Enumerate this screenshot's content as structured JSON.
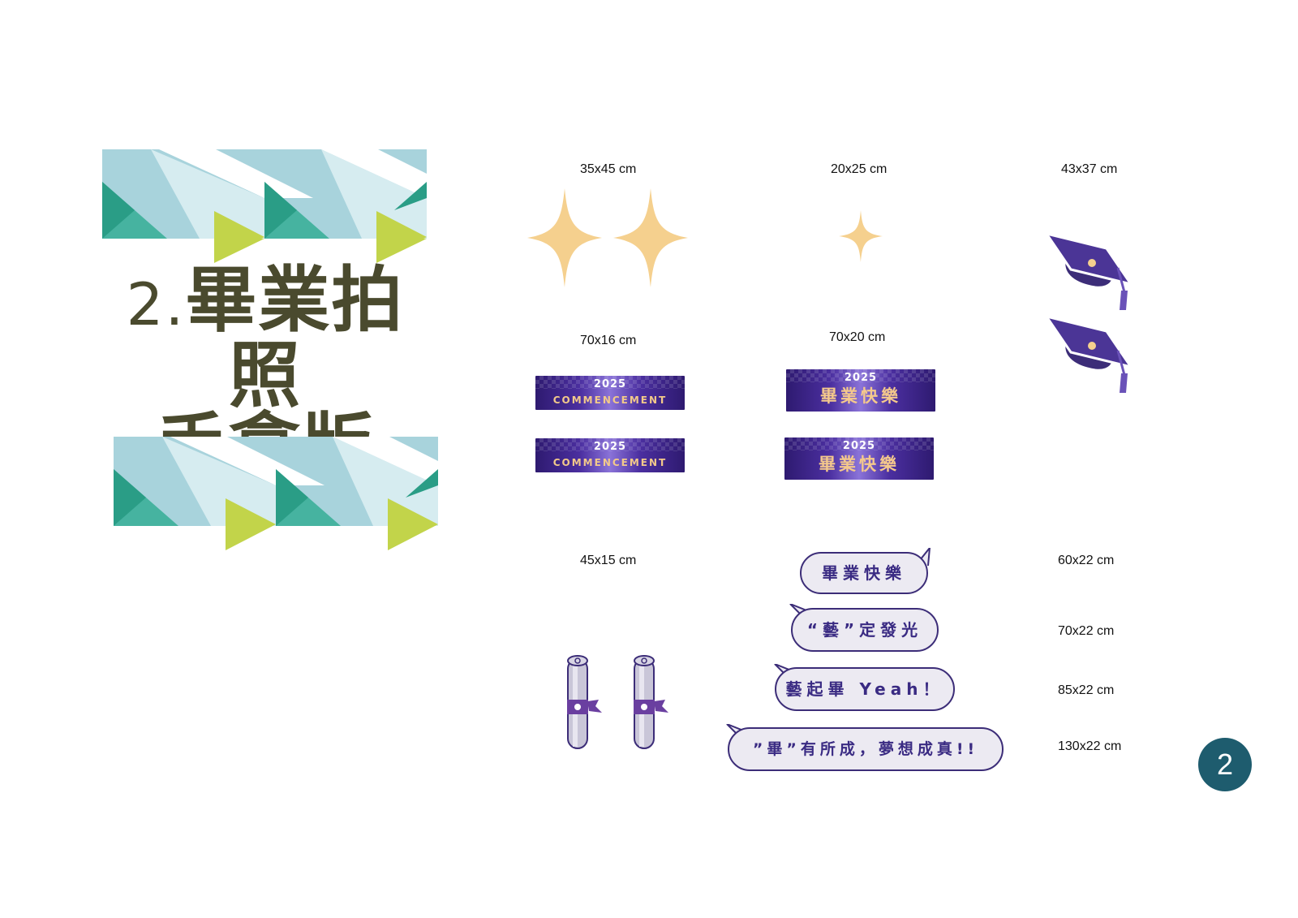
{
  "title": {
    "number": "2.",
    "line1": "畢業拍照",
    "line2": "手拿版"
  },
  "sizes": {
    "star_pair": "35x45 cm",
    "star_small": "20x25 cm",
    "cap": "43x37 cm",
    "banner_en": "70x16 cm",
    "banner_zh": "70x20 cm",
    "diploma": "45x15 cm",
    "bubble1": "60x22 cm",
    "bubble2": "70x22 cm",
    "bubble3": "85x22 cm",
    "bubble4": "130x22 cm"
  },
  "banners": {
    "en": {
      "year": "2025",
      "text": "COMMENCEMENT"
    },
    "zh": {
      "year": "2025",
      "text": "畢業快樂"
    }
  },
  "bubbles": {
    "b1": "畢業快樂",
    "b2": "“藝”定發光",
    "b3": "藝起畢 Yeah！",
    "b4": "”畢”有所成，夢想成真!!"
  },
  "page_number": "2",
  "colors": {
    "title": "#4a4a2e",
    "teal_dark": "#2a9d86",
    "teal_light": "#a8d3dc",
    "lime": "#c2d44a",
    "star": "#f5d08e",
    "purple": "#3c2d78",
    "badge": "#1e5c6e"
  }
}
